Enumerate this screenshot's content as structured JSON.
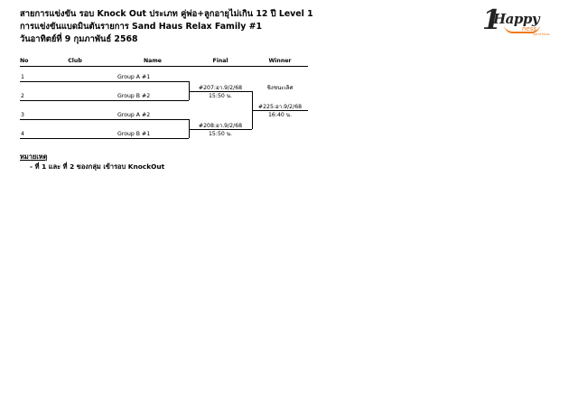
{
  "header": {
    "line1": "สายการแข่งขัน รอบ Knock Out ประเภท คู่พ่อ+ลูกอายุไม่เกิน 12 ปี Level 1",
    "line2": "การแข่งขันแบดมินตันรายการ Sand Haus Relax Family #1",
    "line3": "วันอาทิตย์ที่ 9 กุมภาพันธ์ 2568"
  },
  "logo": {
    "numeral": "1",
    "word": "Happy",
    "suffix": "ness",
    "tagline": "Sand Haus"
  },
  "columns": [
    "No",
    "Club",
    "Name",
    "Final",
    "Winner"
  ],
  "rows": [
    {
      "no": "1",
      "club": "",
      "name": "Group A #1"
    },
    {
      "no": "2",
      "club": "",
      "name": "Group B #2"
    },
    {
      "no": "3",
      "club": "",
      "name": "Group A #2"
    },
    {
      "no": "4",
      "club": "",
      "name": "Group B #1"
    }
  ],
  "matches": [
    {
      "match": "#207:อา.9/2/68",
      "time": "15:50 น."
    },
    {
      "match": "#208:อา.9/2/68",
      "time": "15:50 น."
    }
  ],
  "final": {
    "label": "ชิงชนะเลิศ",
    "match": "#225:อา.9/2/68",
    "time": "16:40 น."
  },
  "notes": {
    "title": "หมายเหตุ",
    "items": [
      "- ที่ 1 และ ที่ 2 ของกลุ่ม เข้ารอบ KnockOut"
    ]
  }
}
